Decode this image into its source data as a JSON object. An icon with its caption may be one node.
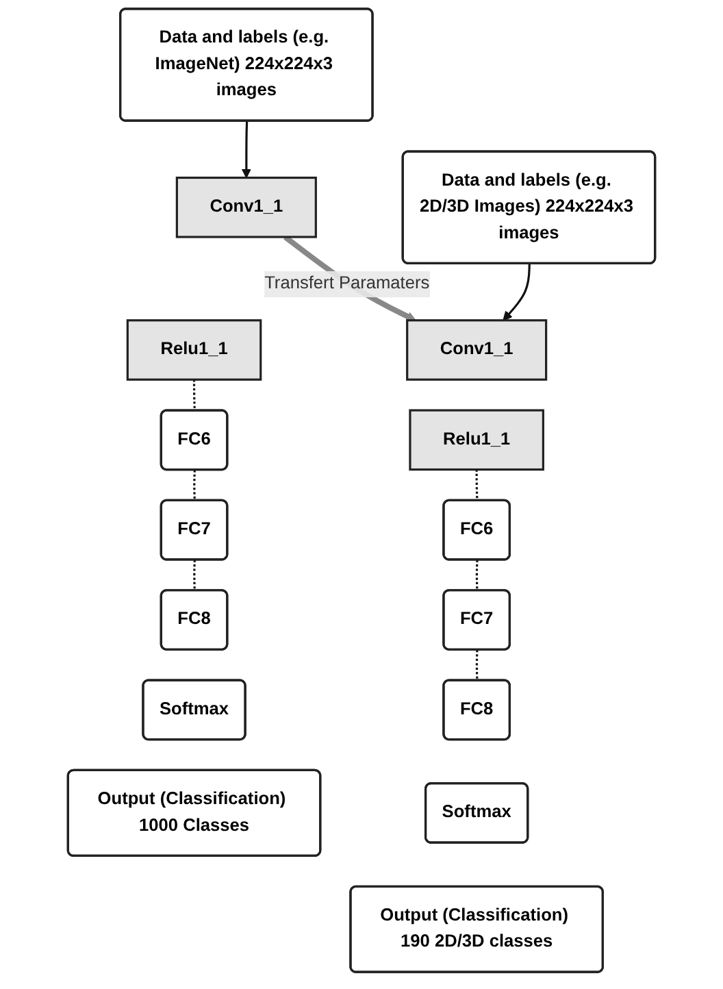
{
  "diagram": {
    "nodes": [
      {
        "text": [
          "Data and labels (e.g. ImageNet) 224x224x3 images"
        ]
      },
      {
        "text": [
          "Conv1_1"
        ]
      },
      {
        "text": [
          "Relu1_1"
        ]
      },
      {
        "text": [
          "FC6"
        ]
      },
      {
        "text": [
          "FC7"
        ]
      },
      {
        "text": [
          "FC8"
        ]
      },
      {
        "text": [
          "Softmax"
        ]
      },
      {
        "text": [
          "Output (Classification) 1000 Classes"
        ]
      },
      {
        "text": [
          "Data and labels (e.g. 2D/3D Images) 224x224x3 images"
        ]
      },
      {
        "text": [
          "Conv1_1"
        ]
      },
      {
        "text": [
          "Relu1_1"
        ]
      },
      {
        "text": [
          "FC6"
        ]
      },
      {
        "text": [
          "FC7"
        ]
      },
      {
        "text": [
          "FC8"
        ]
      },
      {
        "text": [
          "Softmax"
        ]
      },
      {
        "text": [
          "Output (Classification) 190 2D/3D classes"
        ]
      }
    ],
    "edges": [
      {
        "from": 0,
        "to": 1,
        "arrow": "to"
      },
      {
        "from": 2,
        "to": 3,
        "arrow": "none",
        "style": "dashed"
      },
      {
        "from": 3,
        "to": 4,
        "arrow": "none",
        "style": "dashed"
      },
      {
        "from": 4,
        "to": 5,
        "arrow": "none",
        "style": "dashed"
      },
      {
        "from": 1,
        "to": 9,
        "arrow": "to",
        "label": "Transfert Paramaters",
        "style": "thick",
        "color": "#888888"
      },
      {
        "from": 8,
        "to": 9,
        "arrow": "to"
      },
      {
        "from": 10,
        "to": 11,
        "arrow": "none",
        "style": "dashed"
      },
      {
        "from": 11,
        "to": 12,
        "arrow": "none",
        "style": "dashed"
      },
      {
        "from": 12,
        "to": 13,
        "arrow": "none",
        "style": "dashed"
      }
    ]
  }
}
